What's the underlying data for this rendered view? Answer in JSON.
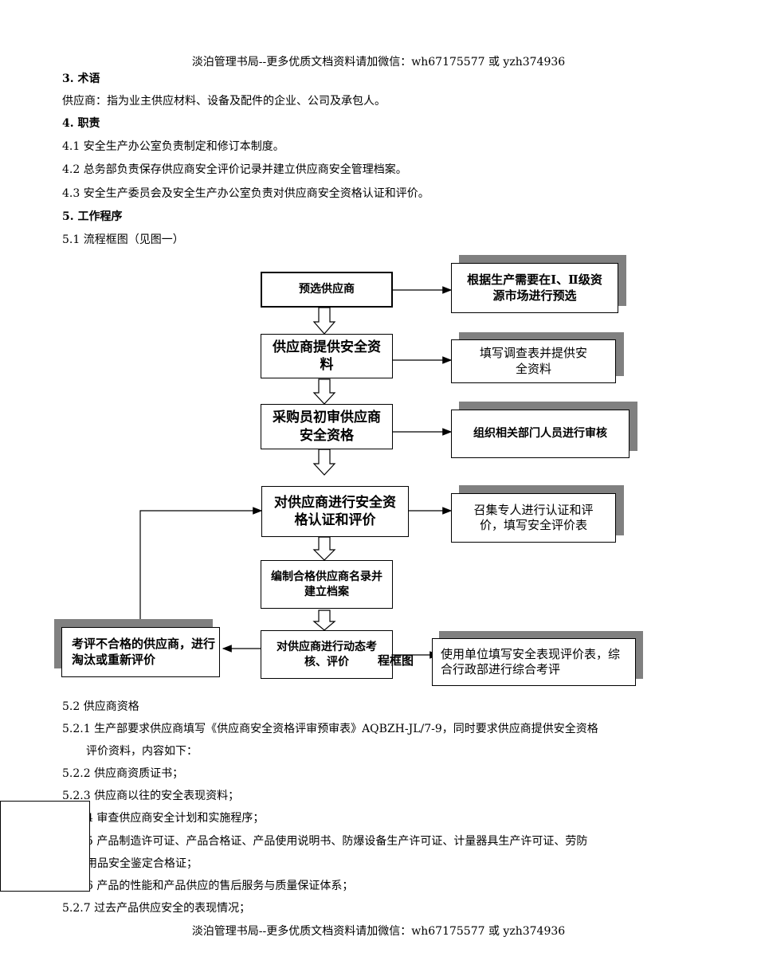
{
  "header": "淡泊管理书局--更多优质文档资料请加微信：wh67175577 或 yzh374936",
  "footer": "淡泊管理书局--更多优质文档资料请加微信：wh67175577 或 yzh374936",
  "sections": {
    "s3_title": "3.    术语",
    "s3_text": "供应商：指为业主供应材料、设备及配件的企业、公司及承包人。",
    "s4_title": "4.    职责",
    "s4_1": "4.1   安全生产办公室负责制定和修订本制度。",
    "s4_2": "4.2   总务部负责保存供应商安全评价记录并建立供应商安全管理档案。",
    "s4_3": "4.3   安全生产委员会及安全生产办公室负责对供应商安全资格认证和评价。",
    "s5_title": "5.    工作程序",
    "s5_1": "5.1 流程框图（见图一）"
  },
  "flowchart": {
    "main": [
      "预选供应商",
      "供应商提供安全资料",
      "采购员初审供应商安全资格",
      "对供应商进行安全资格认证和评价",
      "编制合格供应商名录并建立档案",
      "对供应商进行动态考核、评价"
    ],
    "side": [
      "根据生产需要在Ⅰ、Ⅱ级资源市场进行预选",
      "填写调查表并提供安全资料",
      "组织相关部门人员进行审核",
      "召集专人进行认证和评价，填写安全评价表",
      "使用单位填写安全表现评价表，综合行政部进行综合考评"
    ],
    "left_box": "考评不合格的供应商，进行淘汰或重新评价",
    "overlap_text": "程框图"
  },
  "body": {
    "s5_2": "5.2 供应商资格",
    "s5_2_1a": "5.2.1     生产部要求供应商填写《供应商安全资格评审预审表》AQBZH-JL/7-9，同时要求供应商提供安全资格",
    "s5_2_1b": "评价资料，内容如下：",
    "s5_2_2": "5.2.2     供应商资质证书；",
    "s5_2_3": "5.2.3     供应商以往的安全表现资料；",
    "s5_2_4": "4     审查供应商安全计划和实施程序；",
    "s5_2_5a": "5     产品制造许可证、产品合格证、产品使用说明书、防爆设备生产许可证、计量器具生产许可证、劳防",
    "s5_2_5b": "用品安全鉴定合格证；",
    "s5_2_6": "6     产品的性能和产品供应的售后服务与质量保证体系；",
    "s5_2_7": "5.2.7     过去产品供应安全的表现情况；"
  }
}
